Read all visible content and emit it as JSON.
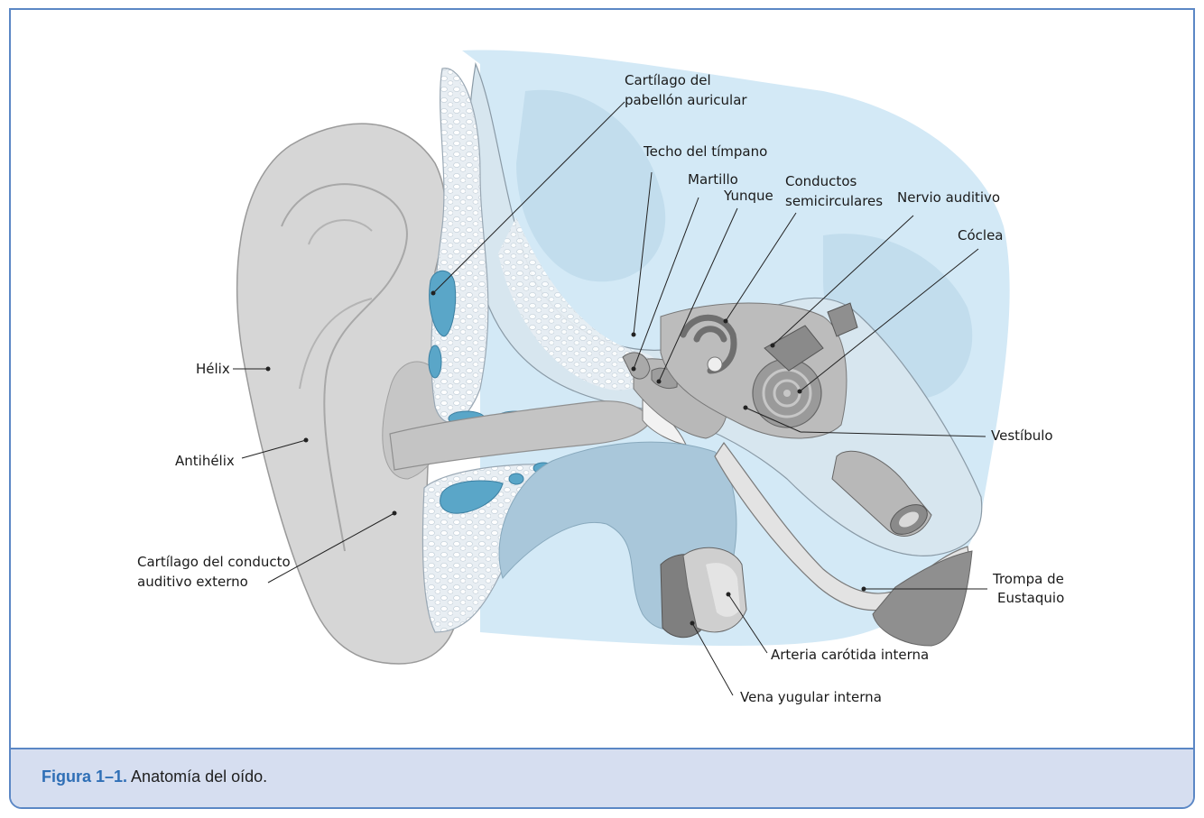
{
  "labels": {
    "cartilago_pabellon": [
      "Cartílago del",
      "pabellón auricular"
    ],
    "techo_timpano": "Techo del tímpano",
    "martillo": "Martillo",
    "yunque": "Yunque",
    "conductos": [
      "Conductos",
      "semicirculares"
    ],
    "nervio": "Nervio auditivo",
    "coclea": "Cóclea",
    "helix": "Hélix",
    "antihelix": "Antihélix",
    "cartilago_conducto": [
      "Cartílago del conducto",
      "auditivo externo"
    ],
    "vestibulo": "Vestíbulo",
    "trompa": [
      "Trompa de",
      "Eustaquio"
    ],
    "arteria": "Arteria carótida interna",
    "vena": "Vena yugular interna"
  },
  "caption": {
    "label": "Figura 1–1.",
    "text": " Anatomía del oído."
  },
  "colors": {
    "frame": "#5b87c5",
    "caption_bg": "#d6def0",
    "caption_label": "#2f6fb6",
    "tissue_blue": "#cfe6f5",
    "cartilage_blue": "#5aa6c8",
    "ear_gray": "#d9d9d9"
  }
}
